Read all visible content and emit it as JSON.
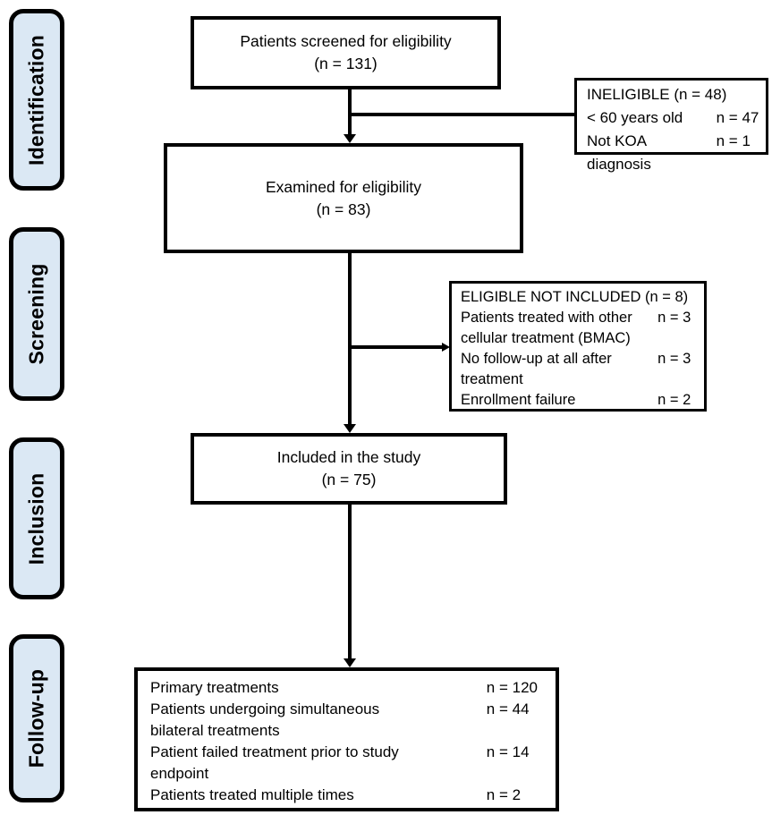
{
  "stages": [
    {
      "label": "Identification"
    },
    {
      "label": "Screening"
    },
    {
      "label": "Inclusion"
    },
    {
      "label": "Follow-up"
    }
  ],
  "boxes": {
    "screened": {
      "line1": "Patients screened for eligibility",
      "line2": "(n = 131)"
    },
    "examined": {
      "line1": "Examined for eligibility",
      "line2": "(n = 83)"
    },
    "included": {
      "line1": "Included in the study",
      "line2": "(n = 75)"
    },
    "ineligible": {
      "title": "INELIGIBLE (n = 48)",
      "rows": [
        {
          "label": "< 60 years old",
          "value": "n = 47"
        },
        {
          "label": "Not KOA diagnosis",
          "value": "n = 1"
        }
      ]
    },
    "eligible_not_included": {
      "title": "ELIGIBLE NOT INCLUDED (n = 8)",
      "rows": [
        {
          "label": "Patients treated with other cellular treatment (BMAC)",
          "value": "n = 3"
        },
        {
          "label": "No follow-up at all after treatment",
          "value": "n = 3"
        },
        {
          "label": "Enrollment failure",
          "value": "n = 2"
        }
      ]
    },
    "follow_up": {
      "rows": [
        {
          "label": "Primary treatments",
          "value": "n = 120"
        },
        {
          "label": "Patients undergoing simultaneous bilateral treatments",
          "value": "n = 44"
        },
        {
          "label": "Patient failed treatment prior to study endpoint",
          "value": "n = 14"
        },
        {
          "label": "Patients treated multiple times",
          "value": "n = 2"
        }
      ]
    }
  },
  "colors": {
    "stage_fill": "#dbe8f4",
    "border": "#000000",
    "background": "#ffffff"
  }
}
